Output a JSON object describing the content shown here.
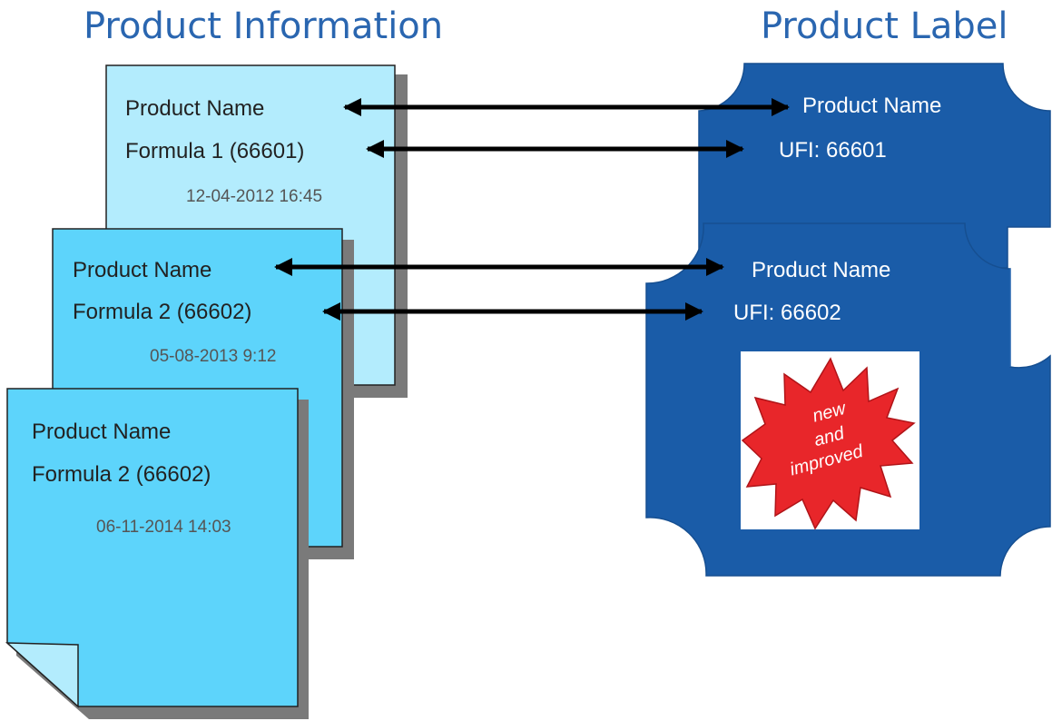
{
  "headings": {
    "info": "Product Information",
    "label": "Product Label"
  },
  "documents": [
    {
      "name": "Product Name",
      "formula": "Formula 1 (66601)",
      "timestamp": "12-04-2012 16:45"
    },
    {
      "name": "Product Name",
      "formula": "Formula 2  (66602)",
      "timestamp": "05-08-2013 9:12"
    },
    {
      "name": "Product Name",
      "formula": "Formula 2  (66602)",
      "timestamp": "06-11-2014 14:03"
    }
  ],
  "labels": [
    {
      "name": "Product Name",
      "ufi": "UFI: 66601"
    },
    {
      "name": "Product Name",
      "ufi": "UFI: 66602"
    }
  ],
  "badge": {
    "line1": "new",
    "line2": "and",
    "line3": "improved"
  },
  "colors": {
    "heading": "#2a66b0",
    "doc_back": "#b3ecfd",
    "doc_mid": "#5dd4fb",
    "doc_front": "#5dd4fb",
    "label_fill": "#1a5ca8",
    "badge_red": "#e8262a"
  }
}
